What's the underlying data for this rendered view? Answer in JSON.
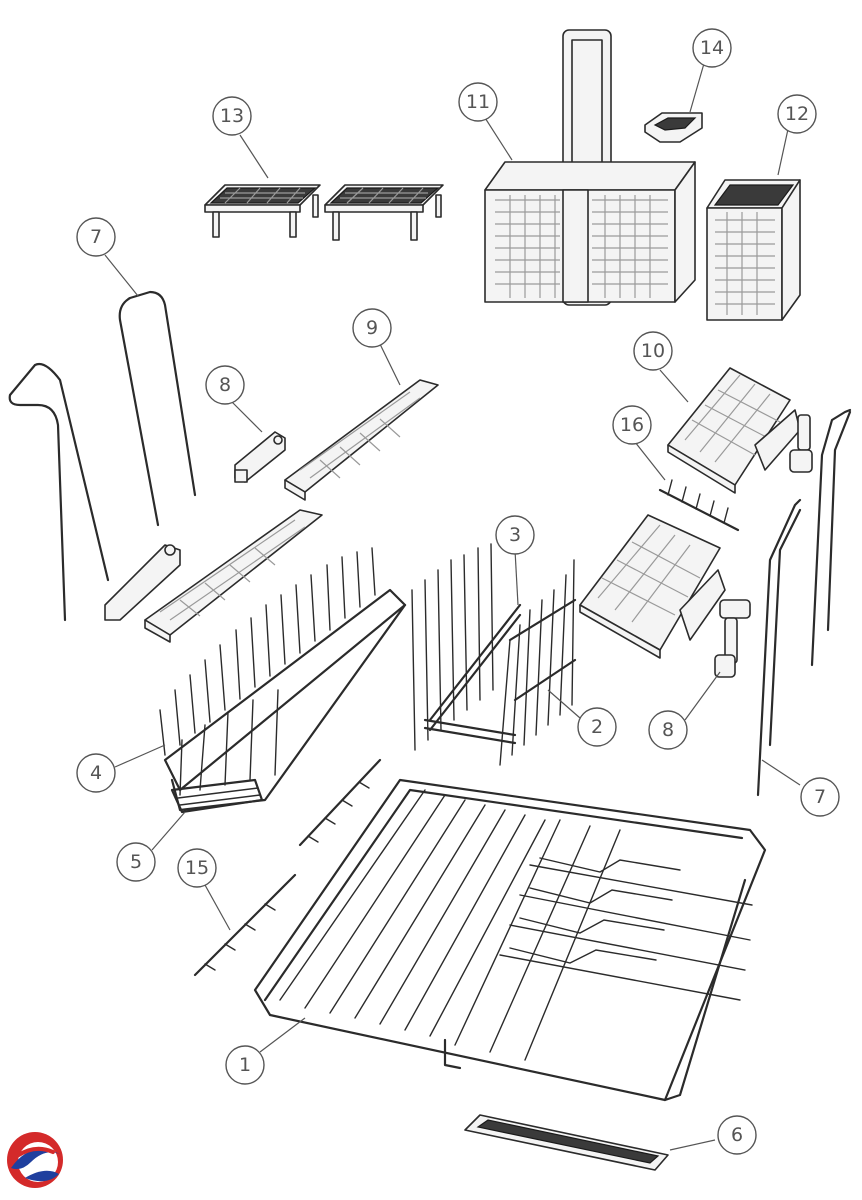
{
  "diagram": {
    "type": "exploded-parts-view",
    "callouts": [
      {
        "id": "c13",
        "label": "13"
      },
      {
        "id": "c11",
        "label": "11"
      },
      {
        "id": "c14",
        "label": "14"
      },
      {
        "id": "c12",
        "label": "12"
      },
      {
        "id": "c7a",
        "label": "7"
      },
      {
        "id": "c9",
        "label": "9"
      },
      {
        "id": "c8a",
        "label": "8"
      },
      {
        "id": "c10",
        "label": "10"
      },
      {
        "id": "c16",
        "label": "16"
      },
      {
        "id": "c3",
        "label": "3"
      },
      {
        "id": "c2",
        "label": "2"
      },
      {
        "id": "c8b",
        "label": "8"
      },
      {
        "id": "c4",
        "label": "4"
      },
      {
        "id": "c7b",
        "label": "7"
      },
      {
        "id": "c5",
        "label": "5"
      },
      {
        "id": "c15",
        "label": "15"
      },
      {
        "id": "c1",
        "label": "1"
      },
      {
        "id": "c6",
        "label": "6"
      }
    ]
  },
  "logo": {
    "name": "brand-logo-icon",
    "colors": [
      "#d42a2a",
      "#1f3f9e"
    ]
  },
  "colors": {
    "line": "#2b2b2b",
    "callout": "#555555",
    "background": "#ffffff"
  }
}
